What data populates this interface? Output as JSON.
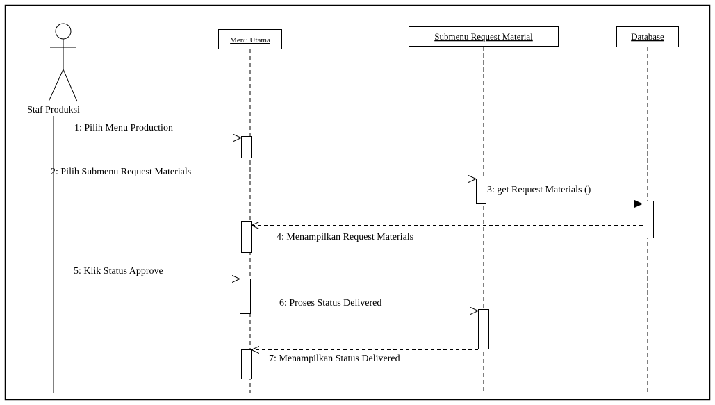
{
  "actor": {
    "name": "Staf Produksi"
  },
  "objects": [
    {
      "label": "Menu Utama"
    },
    {
      "label": "Submenu Request Material"
    },
    {
      "label": "Database"
    }
  ],
  "messages": [
    {
      "label": "1:  Pilih Menu Production",
      "kind": "sync-open"
    },
    {
      "label": "2: Pilih Submenu Request Materials",
      "kind": "sync-open"
    },
    {
      "label": "3: get Request Materials ()",
      "kind": "sync-filled"
    },
    {
      "label": "4: Menampilkan Request Materials",
      "kind": "return"
    },
    {
      "label": "5:  Klik Status Approve",
      "kind": "sync-open"
    },
    {
      "label": "6:  Proses Status Delivered",
      "kind": "sync-open"
    },
    {
      "label": "7:  Menampilkan Status Delivered",
      "kind": "return"
    }
  ]
}
